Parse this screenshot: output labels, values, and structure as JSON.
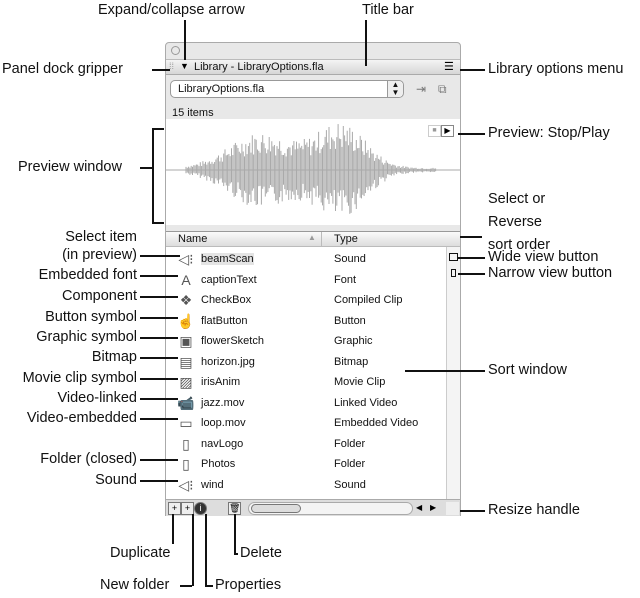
{
  "panel": {
    "title": "Library - LibraryOptions.fla",
    "document_select": "LibraryOptions.fla",
    "item_count": "15 items",
    "columns": {
      "name": "Name",
      "type": "Type"
    },
    "items": [
      {
        "name": "beamScan",
        "type": "Sound",
        "icon": "sound-icon",
        "glyph": "◁⁝"
      },
      {
        "name": "captionText",
        "type": "Font",
        "icon": "font-icon",
        "glyph": "A"
      },
      {
        "name": "CheckBox",
        "type": "Compiled Clip",
        "icon": "component-icon",
        "glyph": "❖"
      },
      {
        "name": "flatButton",
        "type": "Button",
        "icon": "button-icon",
        "glyph": "☝"
      },
      {
        "name": "flowerSketch",
        "type": "Graphic",
        "icon": "graphic-icon",
        "glyph": "▣"
      },
      {
        "name": "horizon.jpg",
        "type": "Bitmap",
        "icon": "bitmap-icon",
        "glyph": "▤"
      },
      {
        "name": "irisAnim",
        "type": "Movie Clip",
        "icon": "movie-clip-icon",
        "glyph": "▨"
      },
      {
        "name": "jazz.mov",
        "type": "Linked Video",
        "icon": "video-linked-icon",
        "glyph": "📹"
      },
      {
        "name": "loop.mov",
        "type": "Embedded Video",
        "icon": "video-embedded-icon",
        "glyph": "▭"
      },
      {
        "name": "navLogo",
        "type": "Folder",
        "icon": "folder-icon",
        "glyph": "▯"
      },
      {
        "name": "Photos",
        "type": "Folder",
        "icon": "folder-icon",
        "glyph": "▯"
      },
      {
        "name": "wind",
        "type": "Sound",
        "icon": "sound-icon",
        "glyph": "◁⁝"
      }
    ]
  },
  "callouts": {
    "expand": "Expand/collapse arrow",
    "titlebar": "Title bar",
    "gripper": "Panel dock gripper",
    "options": "Library options menu",
    "preview": "Preview window",
    "stopplay": "Preview: Stop/Play",
    "sort1": "Select or",
    "sort2": "Reverse",
    "sort3": "sort order",
    "select1": "Select item",
    "select2": "(in preview)",
    "font": "Embedded font",
    "component": "Component",
    "button": "Button symbol",
    "graphic": "Graphic symbol",
    "bitmap": "Bitmap",
    "movieclip": "Movie clip symbol",
    "vlinked": "Video-linked",
    "vembedded": "Video-embedded",
    "folder": "Folder (closed)",
    "sound": "Sound",
    "wide": "Wide view button",
    "narrow": "Narrow view button",
    "sortwin": "Sort window",
    "resize": "Resize handle",
    "duplicate": "Duplicate",
    "newfolder": "New folder",
    "properties": "Properties",
    "delete": "Delete"
  }
}
